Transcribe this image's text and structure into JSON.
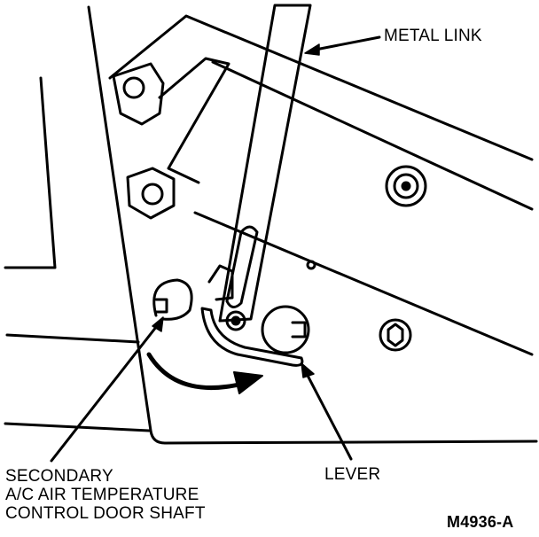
{
  "labels": {
    "metal_link": "METAL LINK",
    "lever": "LEVER",
    "shaft_line1": "SECONDARY",
    "shaft_line2": "A/C AIR TEMPERATURE",
    "shaft_line3": "CONTROL DOOR SHAFT",
    "figure_id": "M4936-A"
  },
  "colors": {
    "ink": "#000000",
    "paper": "#ffffff"
  }
}
